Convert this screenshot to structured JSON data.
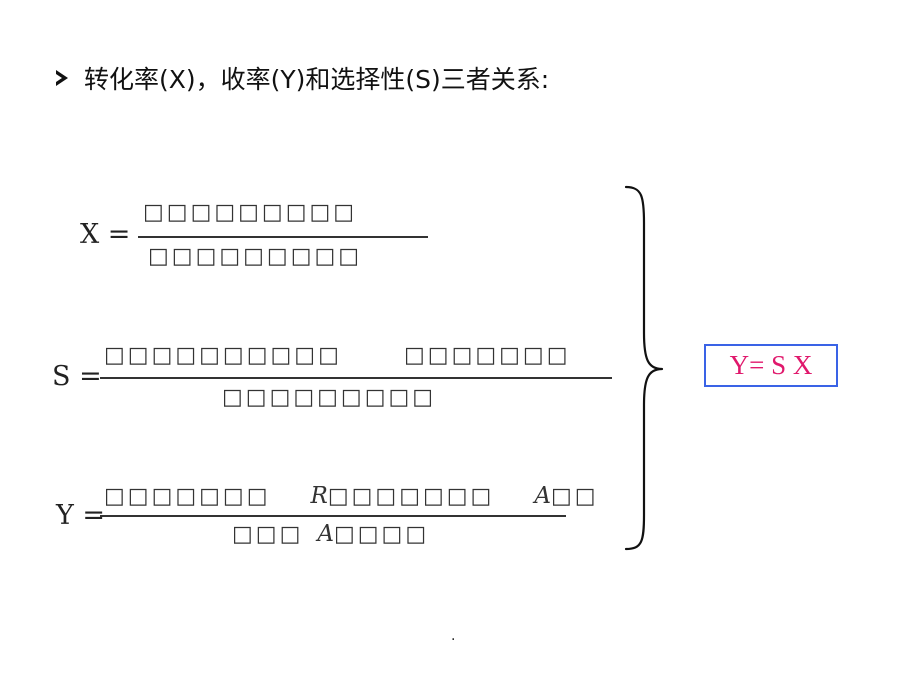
{
  "heading": {
    "text": "转化率(X)，收率(Y)和选择性(S)三者关系:"
  },
  "formulas": {
    "x": {
      "lhs": "X =",
      "numerator": "□□□□□□□□□",
      "denominator": "□□□□□□□□□"
    },
    "s": {
      "lhs": "S =",
      "numerator_a": "□□□□□□□□□□",
      "numerator_b": "□□□□□□□",
      "denominator": "□□□□□□□□□"
    },
    "y": {
      "lhs": "Y =",
      "numerator_a": "□□□□□□□",
      "numerator_r": "R",
      "numerator_b": "□□□□□□□",
      "numerator_a2": "A",
      "numerator_c": "□□",
      "denominator_a": "□□□",
      "denominator_var": "A",
      "denominator_b": "□□□□"
    }
  },
  "result": {
    "text": "Y= S X"
  },
  "footer": {
    "text": "."
  },
  "colors": {
    "result_text": "#e0186c",
    "result_border": "#3a63e6"
  },
  "icons": {
    "bullet": "arrow-right-bullet-icon",
    "brace": "right-curly-brace-icon"
  }
}
